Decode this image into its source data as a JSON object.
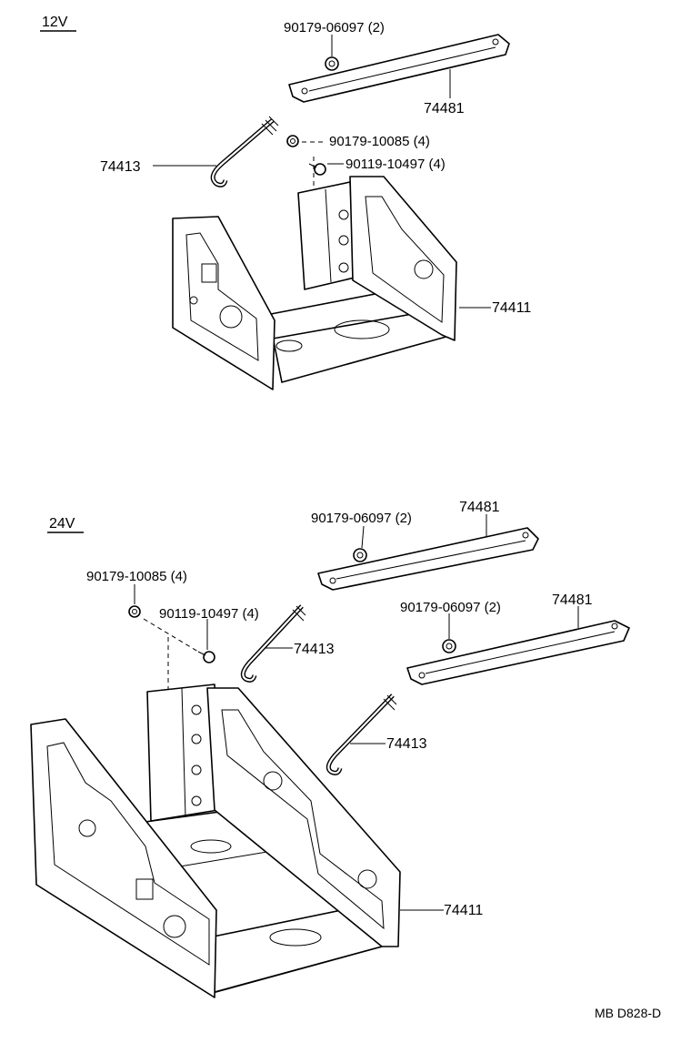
{
  "sections": {
    "upper": {
      "label": "12V"
    },
    "lower": {
      "label": "24V"
    }
  },
  "labels": {
    "u_nut_small": "90179-06097 (2)",
    "u_clamp": "74481",
    "u_nut_large": "90179-10085 (4)",
    "u_bolt": "90119-10497 (4)",
    "u_rod": "74413",
    "u_carrier": "74411",
    "l_nut_small_a": "90179-06097 (2)",
    "l_clamp_a": "74481",
    "l_nut_large": "90179-10085 (4)",
    "l_bolt": "90119-10497 (4)",
    "l_rod_a": "74413",
    "l_nut_small_b": "90179-06097 (2)",
    "l_clamp_b": "74481",
    "l_rod_b": "74413",
    "l_carrier": "74411"
  },
  "drawing_code": "MB D828-D"
}
